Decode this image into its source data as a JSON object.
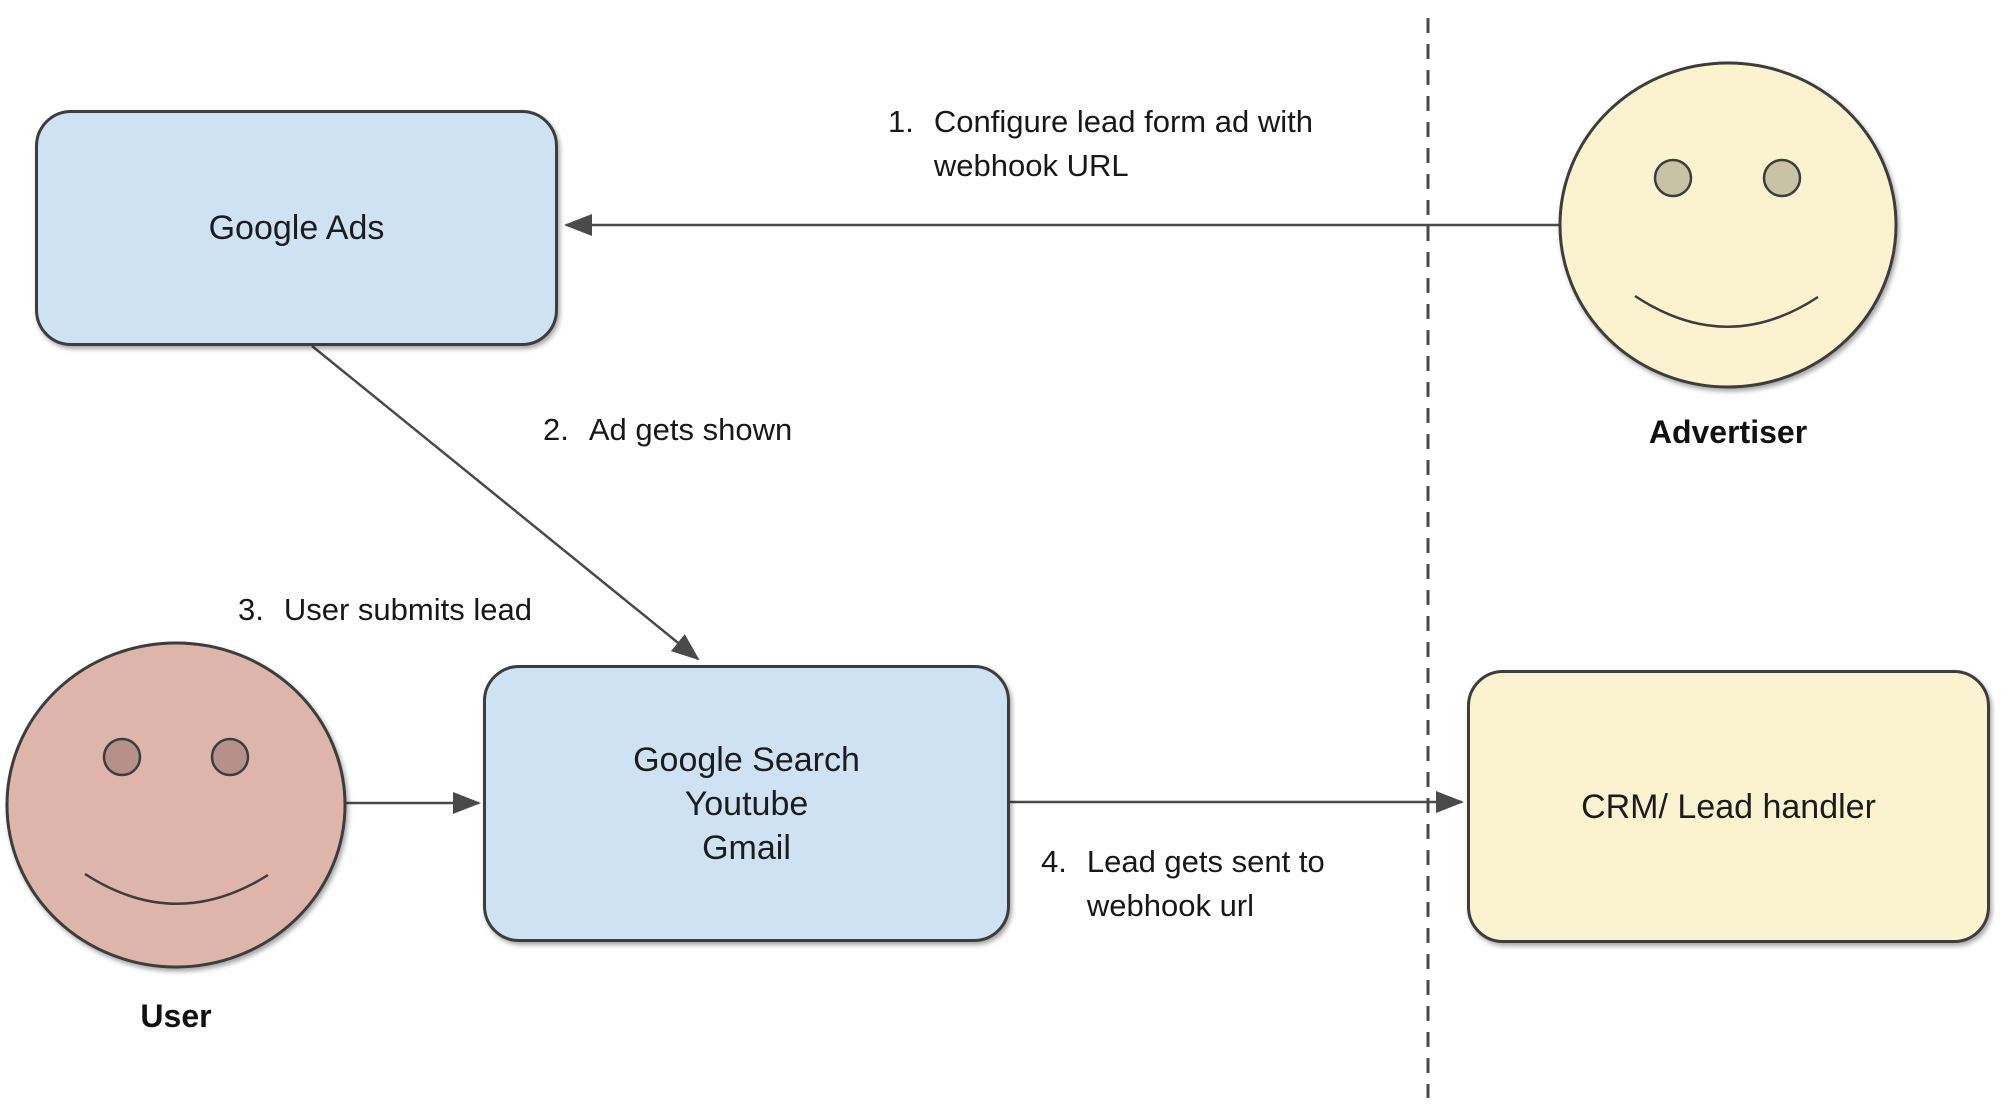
{
  "nodes": {
    "google_ads": {
      "label": "Google Ads"
    },
    "google_surfaces": {
      "line1": "Google Search",
      "line2": "Youtube",
      "line3": "Gmail"
    },
    "crm": {
      "label": "CRM/ Lead handler"
    }
  },
  "actors": {
    "advertiser": {
      "label": "Advertiser"
    },
    "user": {
      "label": "User"
    }
  },
  "steps": {
    "step1": {
      "number": "1.",
      "line1": "Configure lead form ad with",
      "line2": "webhook URL"
    },
    "step2": {
      "number": "2.",
      "line1": "Ad gets shown"
    },
    "step3": {
      "number": "3.",
      "line1": "User submits lead"
    },
    "step4": {
      "number": "4.",
      "line1": "Lead gets sent to",
      "line2": "webhook url"
    }
  },
  "colors": {
    "node_blue": "#cfe2f3",
    "node_yellow": "#fbf2d0",
    "face_yellow": "#fbf2d0",
    "face_pink": "#ddb5ab",
    "eye_tan": "#c9c3a6",
    "eye_pink": "#b5918a",
    "shape_border": "#3d3d3d",
    "arrow": "#4a4a4a"
  }
}
